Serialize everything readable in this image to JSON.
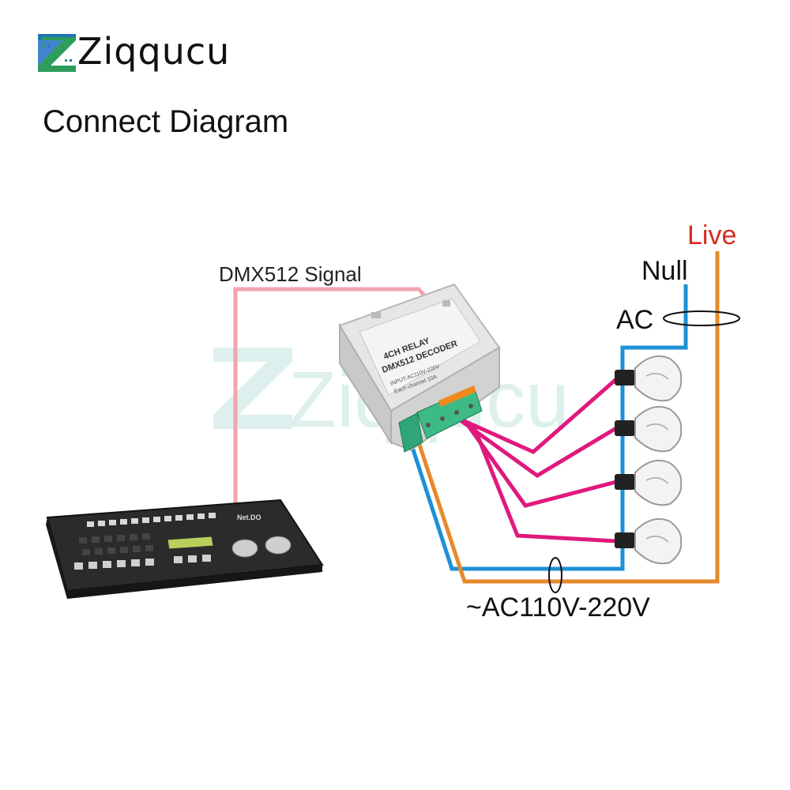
{
  "brand": {
    "name": "Ziqqucu"
  },
  "title": "Connect Diagram",
  "labels": {
    "signal": "DMX512 Signal",
    "live": "Live",
    "null": "Null",
    "ac": "AC",
    "supply": "~AC110V-220V"
  },
  "decoder": {
    "line1": "4CH RELAY",
    "line2": "DMX512 DECODER",
    "line3": "INPUT:AC110V-220V",
    "line4": "Each channel 10A"
  },
  "console": {
    "brand": "Net.DO"
  },
  "watermark": "Ziqqucu",
  "colors": {
    "signal": "#f2a3ad",
    "null": "#1e90d6",
    "live": "#e58a2b",
    "relay": "#e0197d",
    "live_text": "#d62b1e",
    "brand_green": "#2e9c5a",
    "brand_blue": "#1f6fc4"
  }
}
